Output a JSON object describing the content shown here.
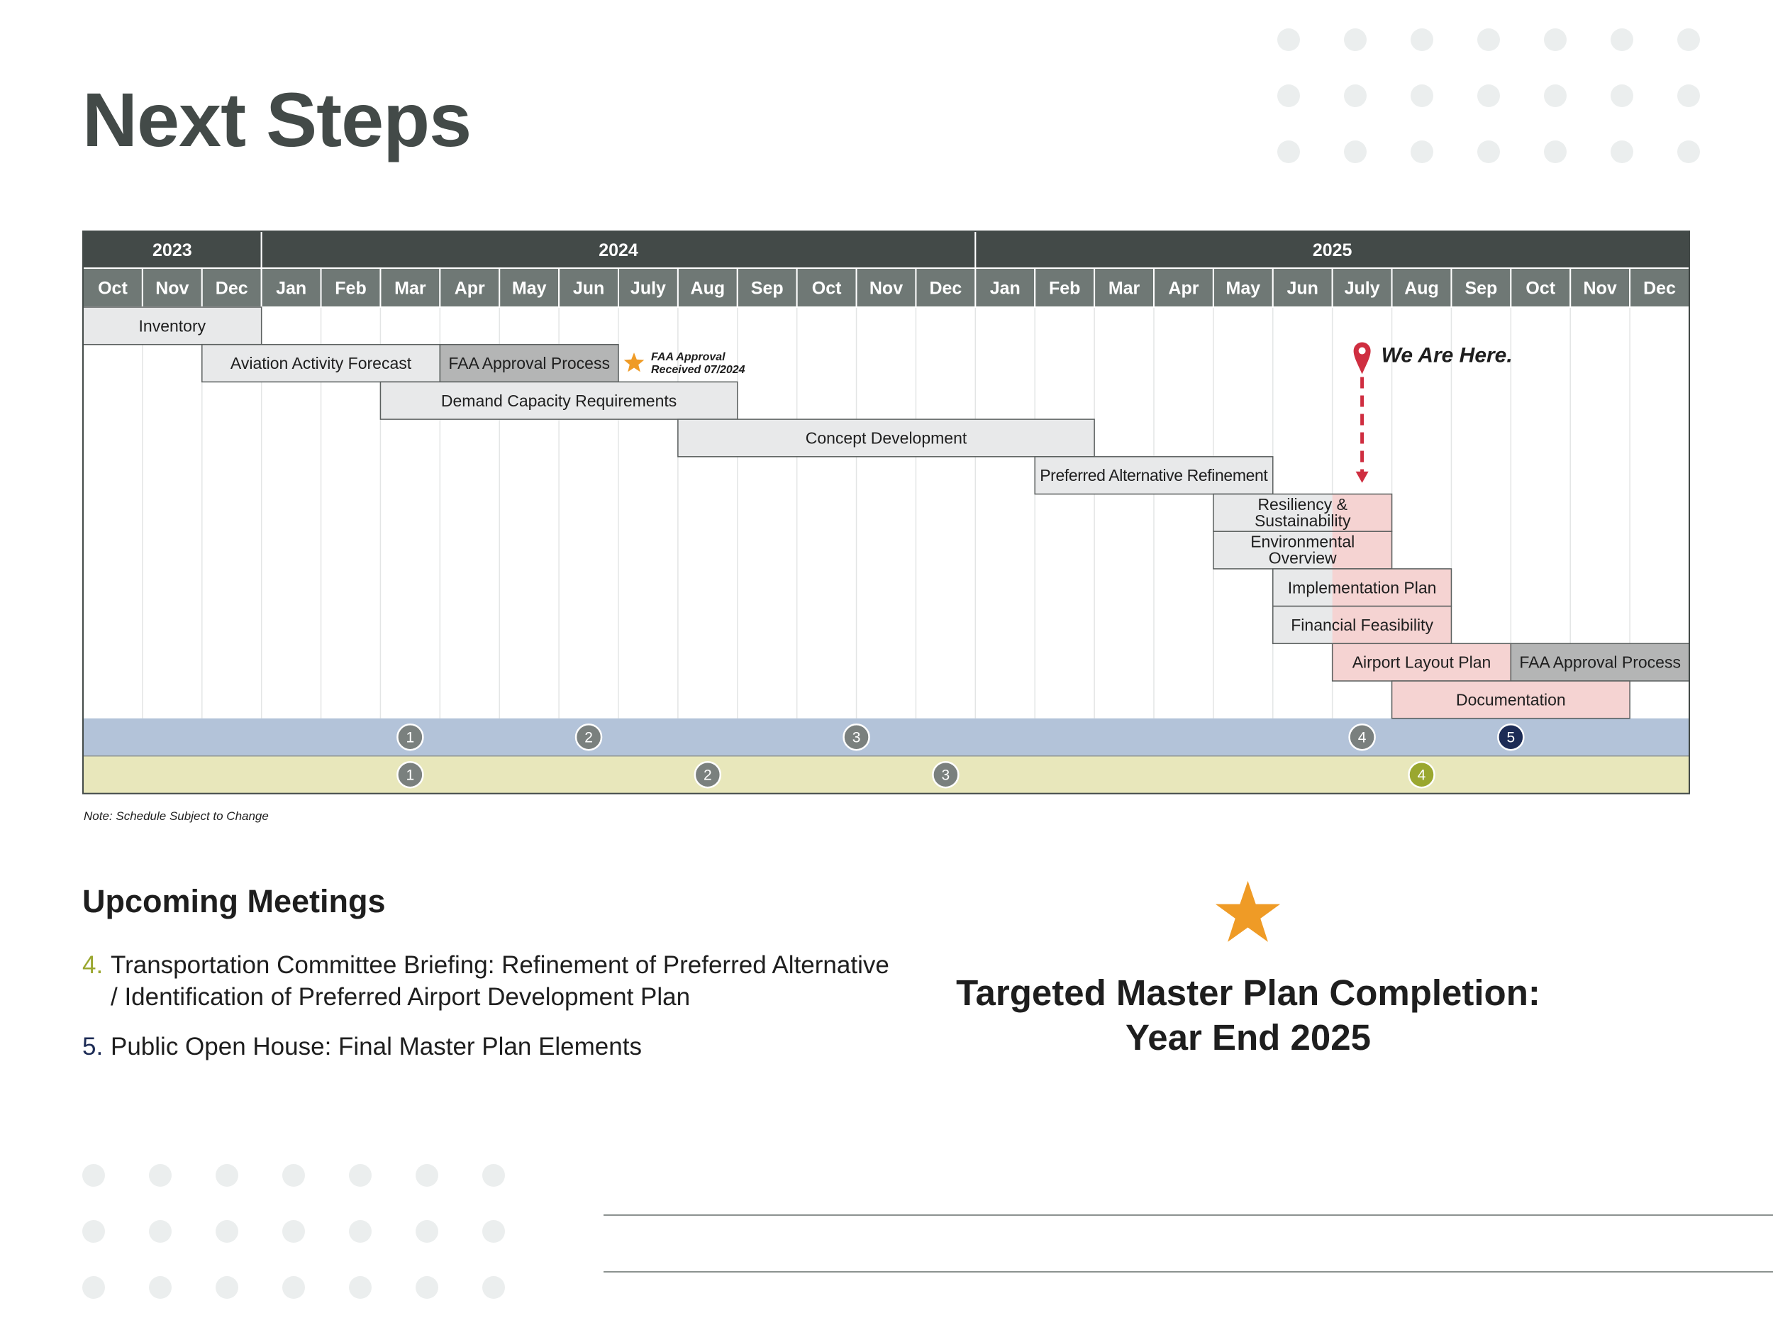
{
  "page_title": "Next Steps",
  "colors": {
    "header_dark": "#434a48",
    "month_header": "#6f7875",
    "bar_default": "#e8e9ea",
    "bar_approval": "#b4b5b5",
    "bar_highlight": "#f5d3d2",
    "meeting_band_1": "#b3c3d9",
    "meeting_band_2": "#e8e7bb",
    "marker_gray": "#7a807e",
    "marker_navy": "#1c2b55",
    "marker_olive": "#9aa72f",
    "accent_red": "#cf2e40",
    "star_orange": "#ef9b26"
  },
  "chart_data": {
    "type": "gantt",
    "years": [
      {
        "label": "2023",
        "start": 0,
        "span": 3
      },
      {
        "label": "2024",
        "start": 3,
        "span": 12
      },
      {
        "label": "2025",
        "start": 15,
        "span": 12
      }
    ],
    "months": [
      "Oct",
      "Nov",
      "Dec",
      "Jan",
      "Feb",
      "Mar",
      "Apr",
      "May",
      "Jun",
      "July",
      "Aug",
      "Sep",
      "Oct",
      "Nov",
      "Dec",
      "Jan",
      "Feb",
      "Mar",
      "Apr",
      "May",
      "Jun",
      "July",
      "Aug",
      "Sep",
      "Oct",
      "Nov",
      "Dec"
    ],
    "rows": [
      [
        {
          "label": "Inventory",
          "start": 0,
          "end": 3,
          "fill": "default"
        }
      ],
      [
        {
          "label": "Aviation Activity Forecast",
          "start": 2,
          "end": 6,
          "fill": "default"
        },
        {
          "label": "FAA Approval Process",
          "start": 6,
          "end": 9,
          "fill": "approval"
        }
      ],
      [
        {
          "label": "Demand Capacity Requirements",
          "start": 5,
          "end": 11,
          "fill": "default"
        }
      ],
      [
        {
          "label": "Concept Development",
          "start": 10,
          "end": 17,
          "fill": "default"
        }
      ],
      [
        {
          "label": "Preferred Alternative Refinement",
          "start": 16,
          "end": 20,
          "fill": "default"
        }
      ],
      [
        {
          "label": [
            "Resiliency &",
            "Sustainability"
          ],
          "start": 19,
          "end": 22,
          "fill": "split"
        }
      ],
      [
        {
          "label": [
            "Environmental",
            "Overview"
          ],
          "start": 19,
          "end": 22,
          "fill": "split"
        }
      ],
      [
        {
          "label": "Implementation Plan",
          "start": 20,
          "end": 23,
          "fill": "split"
        }
      ],
      [
        {
          "label": "Financial Feasibility",
          "start": 20,
          "end": 23,
          "fill": "split"
        }
      ],
      [
        {
          "label": "Airport Layout Plan",
          "start": 21,
          "end": 24,
          "fill": "highlight"
        },
        {
          "label": "FAA Approval Process",
          "start": 24,
          "end": 27,
          "fill": "approval"
        }
      ],
      [
        {
          "label": "Documentation",
          "start": 22,
          "end": 26,
          "fill": "highlight"
        }
      ]
    ],
    "milestone_rows": [
      [
        {
          "label": "1",
          "month": 5.5,
          "color": "gray"
        },
        {
          "label": "2",
          "month": 8.5,
          "color": "gray"
        },
        {
          "label": "3",
          "month": 13,
          "color": "gray"
        },
        {
          "label": "4",
          "month": 21.5,
          "color": "gray"
        },
        {
          "label": "5",
          "month": 24,
          "color": "navy"
        }
      ],
      [
        {
          "label": "1",
          "month": 5.5,
          "color": "gray"
        },
        {
          "label": "2",
          "month": 10.5,
          "color": "gray"
        },
        {
          "label": "3",
          "month": 14.5,
          "color": "gray"
        },
        {
          "label": "4",
          "month": 22.5,
          "color": "olive"
        }
      ]
    ],
    "approval_note": {
      "line1": "FAA Approval",
      "line2": "Received 07/2024",
      "month": 9
    },
    "current_marker": {
      "label": "We Are Here.",
      "month": 21.5
    }
  },
  "note": "Note: Schedule Subject to Change",
  "meetings": {
    "title": "Upcoming Meetings",
    "items": [
      {
        "number": "4.",
        "text": "Transportation Committee Briefing: Refinement of Preferred Alternative / Identification of Preferred Airport Development Plan"
      },
      {
        "number": "5.",
        "text": "Public Open House: Final Master Plan Elements"
      }
    ]
  },
  "completion": {
    "line1": "Targeted Master Plan Completion:",
    "line2": "Year End 2025"
  }
}
